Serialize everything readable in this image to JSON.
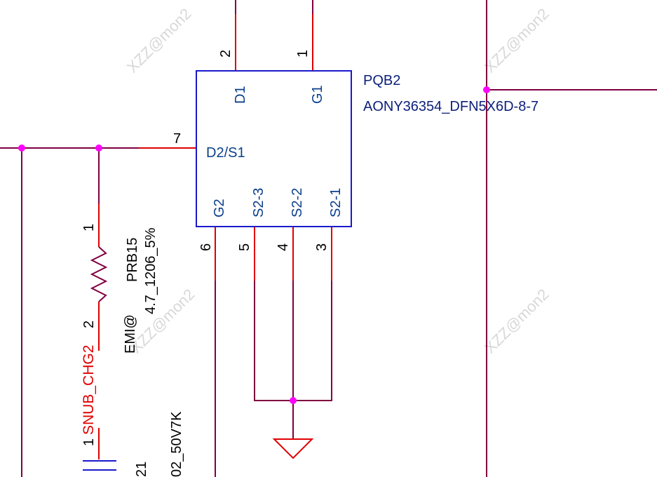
{
  "watermark": "XZZ@mon2",
  "mosfet": {
    "refdes": "PQB2",
    "part_number": "AONY36354_DFN5X6D-8-7",
    "pins": [
      {
        "id": "d1",
        "name": "D1",
        "number": "2"
      },
      {
        "id": "g1",
        "name": "G1",
        "number": "1"
      },
      {
        "id": "d2s1",
        "name": "D2/S1",
        "number": "7"
      },
      {
        "id": "g2",
        "name": "G2",
        "number": "6"
      },
      {
        "id": "s2_3",
        "name": "S2-3",
        "number": "5"
      },
      {
        "id": "s2_2",
        "name": "S2-2",
        "number": "4"
      },
      {
        "id": "s2_1",
        "name": "S2-1",
        "number": "3"
      }
    ]
  },
  "resistor": {
    "refdes": "PRB15",
    "value": "4.7_1206_5%",
    "variant": "EMI@",
    "pin1": "1",
    "pin2": "2"
  },
  "net_label": "SNUB_CHG2",
  "capacitor": {
    "pin1": "1",
    "value_partial": "02_50V7K",
    "refdes_partial": "21"
  },
  "colors": {
    "wire": "#800040",
    "pin_lead": "#e00000",
    "component_outline": "#1a1acc",
    "junction": "#ff00ff",
    "pin_name": "#0b3f8c",
    "net_label": "#e00000"
  }
}
